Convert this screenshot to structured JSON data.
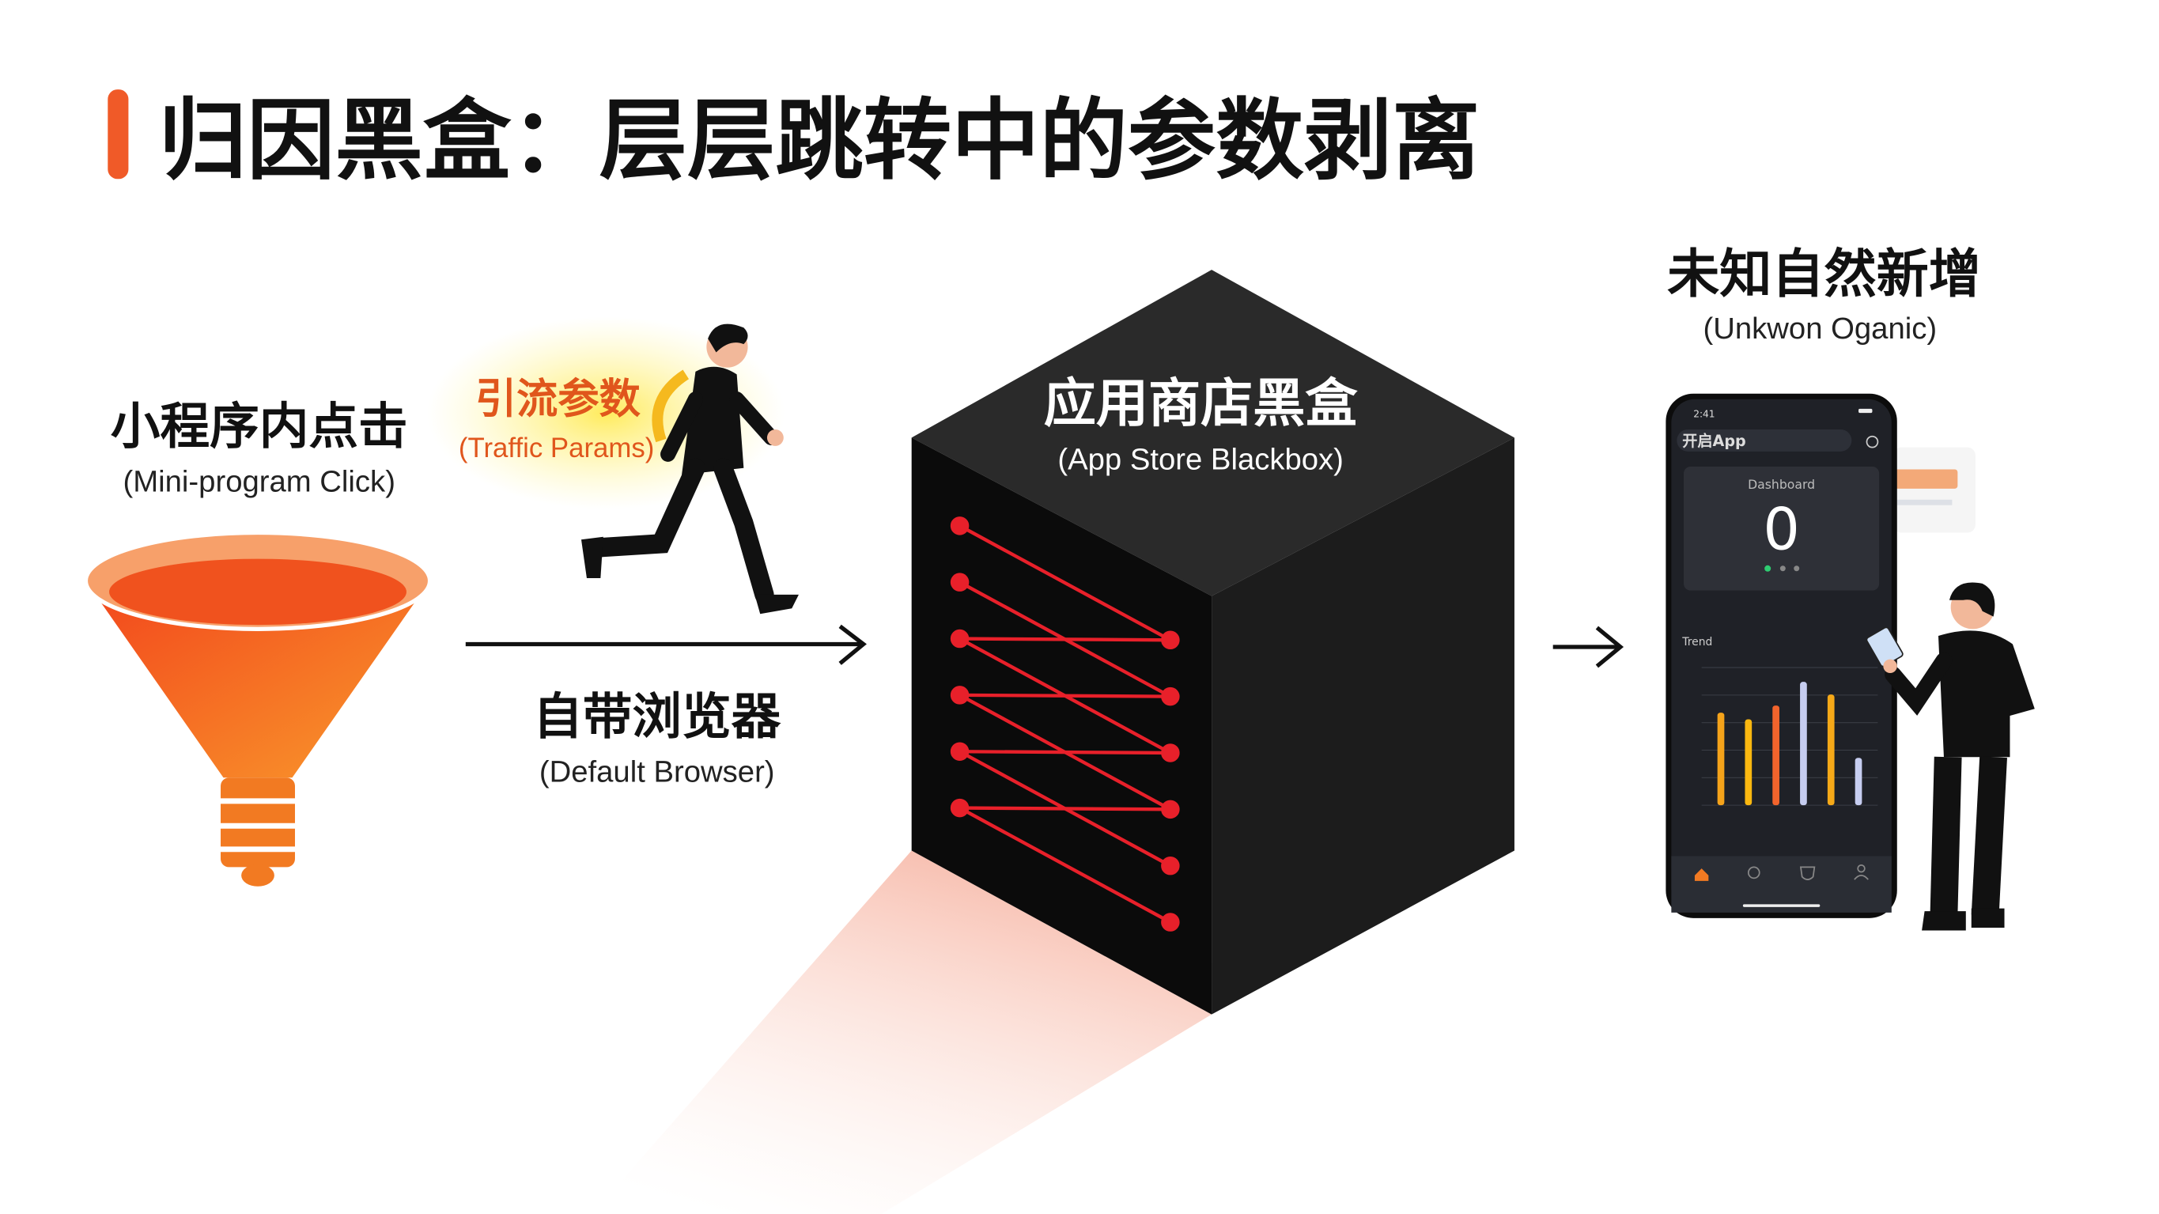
{
  "title": "归因黑盒：层层跳转中的参数剥离",
  "colors": {
    "accent": "#f05a28",
    "cube": "#1e1e1e",
    "laser": "#e8202a",
    "phone_bg": "#1f2127"
  },
  "source": {
    "label": "小程序内点击",
    "sublabel": "(Mini-program Click)",
    "icon": "funnel-icon"
  },
  "traffic": {
    "label": "引流参数",
    "sublabel": "(Traffic Params)",
    "icon": "running-person-icon"
  },
  "browser": {
    "label": "自带浏览器",
    "sublabel": "(Default Browser)"
  },
  "blackbox": {
    "label": "应用商店黑盒",
    "sublabel": "(App Store Blackbox)",
    "icon": "black-cube-icon"
  },
  "result": {
    "label": "未知自然新增",
    "sublabel": "(Unkwon Oganic)",
    "icon": "person-with-phone-icon"
  },
  "phone": {
    "status_time": "2:41",
    "app_title": "开启App",
    "card_title": "Dashboard",
    "card_value": "0",
    "chart_title": "Trend",
    "bars": [
      168,
      156,
      181,
      224,
      201,
      86
    ],
    "bar_colors": [
      "#f5a31a",
      "#fbb810",
      "#f2642c",
      "#c6cdf0",
      "#f6a918",
      "#c6cdf0"
    ],
    "ylim": [
      0,
      250
    ]
  }
}
